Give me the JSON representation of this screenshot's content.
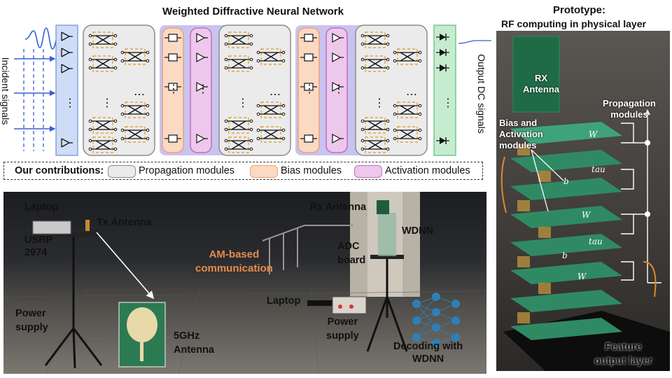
{
  "diagram": {
    "title": "Weighted Diffractive Neural Network",
    "input_label": "Incident signals",
    "output_label": "Output DC signals",
    "ellipsis": "⋯",
    "vdots": "⋮"
  },
  "contributions": {
    "label": "Our contributions:",
    "items": [
      {
        "label": "Propagation modules",
        "color": "#ebebeb",
        "border": "#8c8c8c"
      },
      {
        "label": "Bias modules",
        "color": "#fbd9c2",
        "border": "#e8a37a"
      },
      {
        "label": "Activation modules",
        "color": "#eec7ec",
        "border": "#c06fc0"
      }
    ]
  },
  "colors": {
    "input_layer": "#cfdcf7",
    "input_border": "#6d8fd6",
    "bias_activation_group": "#c9c3ef",
    "output_layer": "#c6ecd0",
    "output_border": "#5dbb79",
    "wave": "#3a5fcd",
    "highlight_orange": "#e7a23a",
    "comm_label": "#e88a4a",
    "network_node": "#2f7fb6"
  },
  "scene": {
    "labels": {
      "laptop_left": "Laptop",
      "tx_antenna": "Tx Antenna",
      "usrp": "USRP\n2974",
      "power_supply_left": "Power\nsupply",
      "antenna_5ghz": "5GHz\nAntenna",
      "communication": "AM-based\ncommunication",
      "rx_antenna": "Rx Antenna",
      "wdnn": "WDNN",
      "adc_board": "ADC\nboard",
      "laptop_right": "Laptop",
      "power_supply_right": "Power\nsupply",
      "decoding": "Decoding with\nWDNN"
    }
  },
  "prototype": {
    "title": "Prototype:",
    "subtitle": "RF computing in physical layer",
    "rx_antenna": "RX\nAntenna",
    "propagation": "Propagation\nmodules",
    "bias_activation": "Bias and\nActivation\nmodules",
    "feature_output": "Feature\noutput layer",
    "layer_tags": [
      "W",
      "tau",
      "b",
      "W",
      "tau",
      "b",
      "W"
    ]
  }
}
